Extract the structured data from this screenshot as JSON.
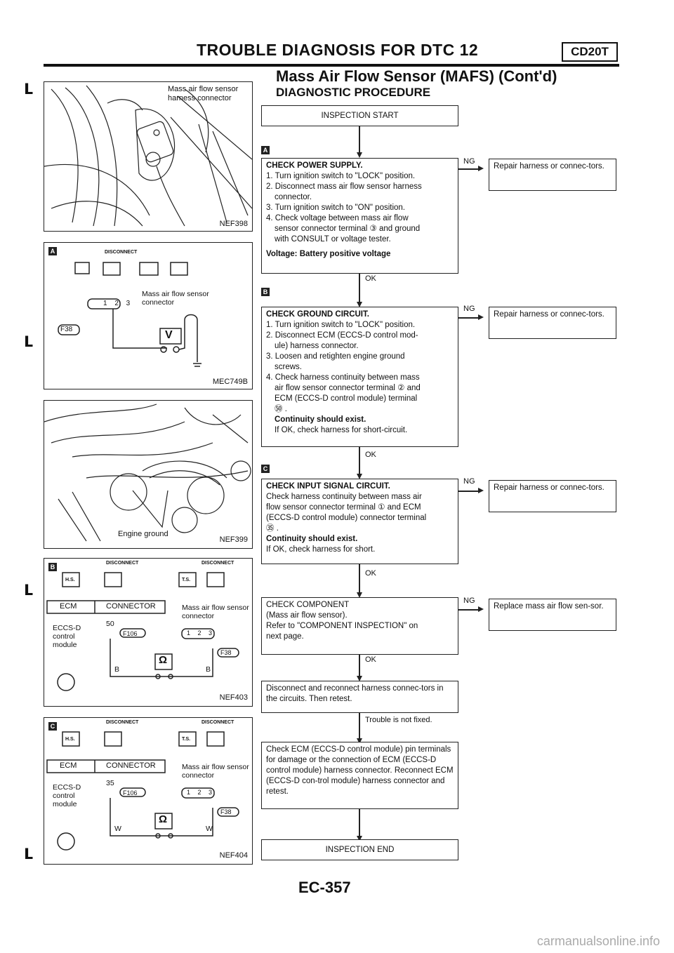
{
  "header": {
    "title": "TROUBLE DIAGNOSIS FOR DTC 12",
    "engine_code": "CD20T",
    "subtitle": "Mass Air Flow Sensor (MAFS) (Cont'd)",
    "section": "DIAGNOSTIC PROCEDURE"
  },
  "figures": {
    "fig1": {
      "label": "Mass air flow sensor harness connector",
      "code": "NEF398"
    },
    "fig2": {
      "step": "A",
      "disconnect": "DISCONNECT",
      "connector_label": "Mass air flow sensor connector",
      "connector_id": "F38",
      "pins": "1 2 3",
      "meter": "V",
      "code": "MEC749B"
    },
    "fig3": {
      "label": "Engine ground",
      "code": "NEF399"
    },
    "fig4": {
      "step": "B",
      "disconnect": "DISCONNECT",
      "hs": "H.S.",
      "ts": "T.S.",
      "ecm": "ECM",
      "connector": "CONNECTOR",
      "module": [
        "ECCS-D",
        "control",
        "module"
      ],
      "pin": "50",
      "ecm_conn": "F106",
      "sensor_label": "Mass air flow sensor connector",
      "sensor_conn": "F38",
      "pins": "1 2 3",
      "wire": "B",
      "meter": "Ω",
      "code": "NEF403"
    },
    "fig5": {
      "step": "C",
      "disconnect": "DISCONNECT",
      "hs": "H.S.",
      "ts": "T.S.",
      "ecm": "ECM",
      "connector": "CONNECTOR",
      "module": [
        "ECCS-D",
        "control",
        "module"
      ],
      "pin": "35",
      "ecm_conn": "F106",
      "sensor_label": "Mass air flow sensor connector",
      "sensor_conn": "F38",
      "pins": "1 2 3",
      "wire": "W",
      "meter": "Ω",
      "code": "NEF404"
    }
  },
  "flow": {
    "start": "INSPECTION START",
    "step_a": {
      "label": "A",
      "lines": [
        "CHECK POWER SUPPLY.",
        "1. Turn ignition switch to \"LOCK\" position.",
        "2. Disconnect mass air flow sensor harness",
        "connector.",
        "3. Turn ignition switch to \"ON\" position.",
        "4. Check voltage between mass air flow",
        "sensor connector terminal ③ and ground",
        "with CONSULT or voltage tester.",
        "Voltage: Battery positive voltage"
      ],
      "ng": "NG",
      "ng_action": "Repair harness or connec-tors.",
      "ok": "OK"
    },
    "step_b": {
      "label": "B",
      "lines": [
        "CHECK GROUND CIRCUIT.",
        "1. Turn ignition switch to \"LOCK\" position.",
        "2. Disconnect ECM (ECCS-D control mod-",
        "ule) harness connector.",
        "3. Loosen and retighten engine ground",
        "screws.",
        "4. Check harness continuity between mass",
        "air flow sensor connector terminal ② and",
        "ECM (ECCS-D control module) terminal",
        "㊿ .",
        "Continuity should exist.",
        "If OK, check harness for short-circuit."
      ],
      "ng": "NG",
      "ng_action": "Repair harness or connec-tors.",
      "ok": "OK"
    },
    "step_c": {
      "label": "C",
      "lines": [
        "CHECK INPUT SIGNAL CIRCUIT.",
        "Check harness continuity between mass air",
        "flow sensor connector terminal ① and ECM",
        "(ECCS-D control module) connector terminal",
        "㉟ .",
        "Continuity should exist.",
        "If OK, check harness for short."
      ],
      "ng": "NG",
      "ng_action": "Repair harness or connec-tors.",
      "ok": "OK"
    },
    "step_component": {
      "lines": [
        "CHECK COMPONENT",
        "(Mass air flow sensor).",
        "Refer to \"COMPONENT INSPECTION\" on",
        "next page."
      ],
      "ng": "NG",
      "ng_action": "Replace mass air flow sen-sor.",
      "ok": "OK"
    },
    "reconnect": "Disconnect and reconnect harness connec-tors in the circuits. Then retest.",
    "not_fixed": "Trouble is not fixed.",
    "check_ecm": "Check ECM (ECCS-D control module) pin terminals for damage or the connection of ECM (ECCS-D control module) harness connector. Reconnect ECM (ECCS-D con-trol module) harness connector and retest.",
    "end": "INSPECTION END"
  },
  "footer": {
    "page": "EC-357",
    "watermark": "carmanualsonline.info"
  }
}
